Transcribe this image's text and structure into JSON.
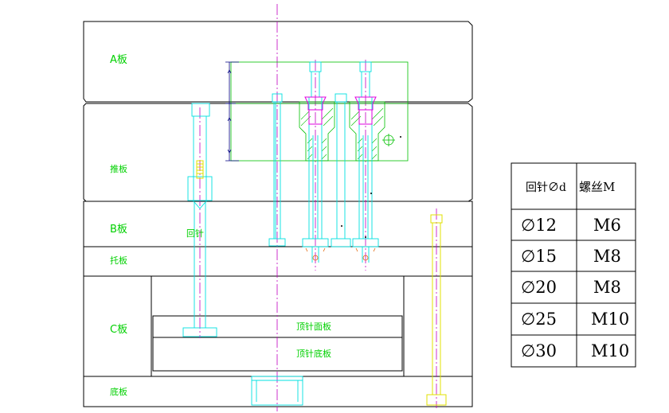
{
  "plates": {
    "a_plate": "A板",
    "stripper_plate": "推板",
    "b_plate": "B板",
    "support_plate": "托板",
    "c_plate": "C板",
    "bottom_plate": "底板",
    "return_pin": "回针",
    "ejector_retainer": "顶针面板",
    "ejector_plate": "顶针底板"
  },
  "table": {
    "header_pin": "回针∅d",
    "header_screw": "螺丝M",
    "rows": [
      {
        "d": "∅12",
        "m": "M6"
      },
      {
        "d": "∅15",
        "m": "M8"
      },
      {
        "d": "∅20",
        "m": "M8"
      },
      {
        "d": "∅25",
        "m": "M10"
      },
      {
        "d": "∅30",
        "m": "M10"
      }
    ]
  },
  "colors": {
    "outline": "#000000",
    "label": "#00d000",
    "pin": "#00e0e0",
    "centerline": "#c000c0",
    "insert": "#00c000",
    "highlight": "#e000e0",
    "screw": "#e0e000",
    "dimension": "#000080"
  }
}
